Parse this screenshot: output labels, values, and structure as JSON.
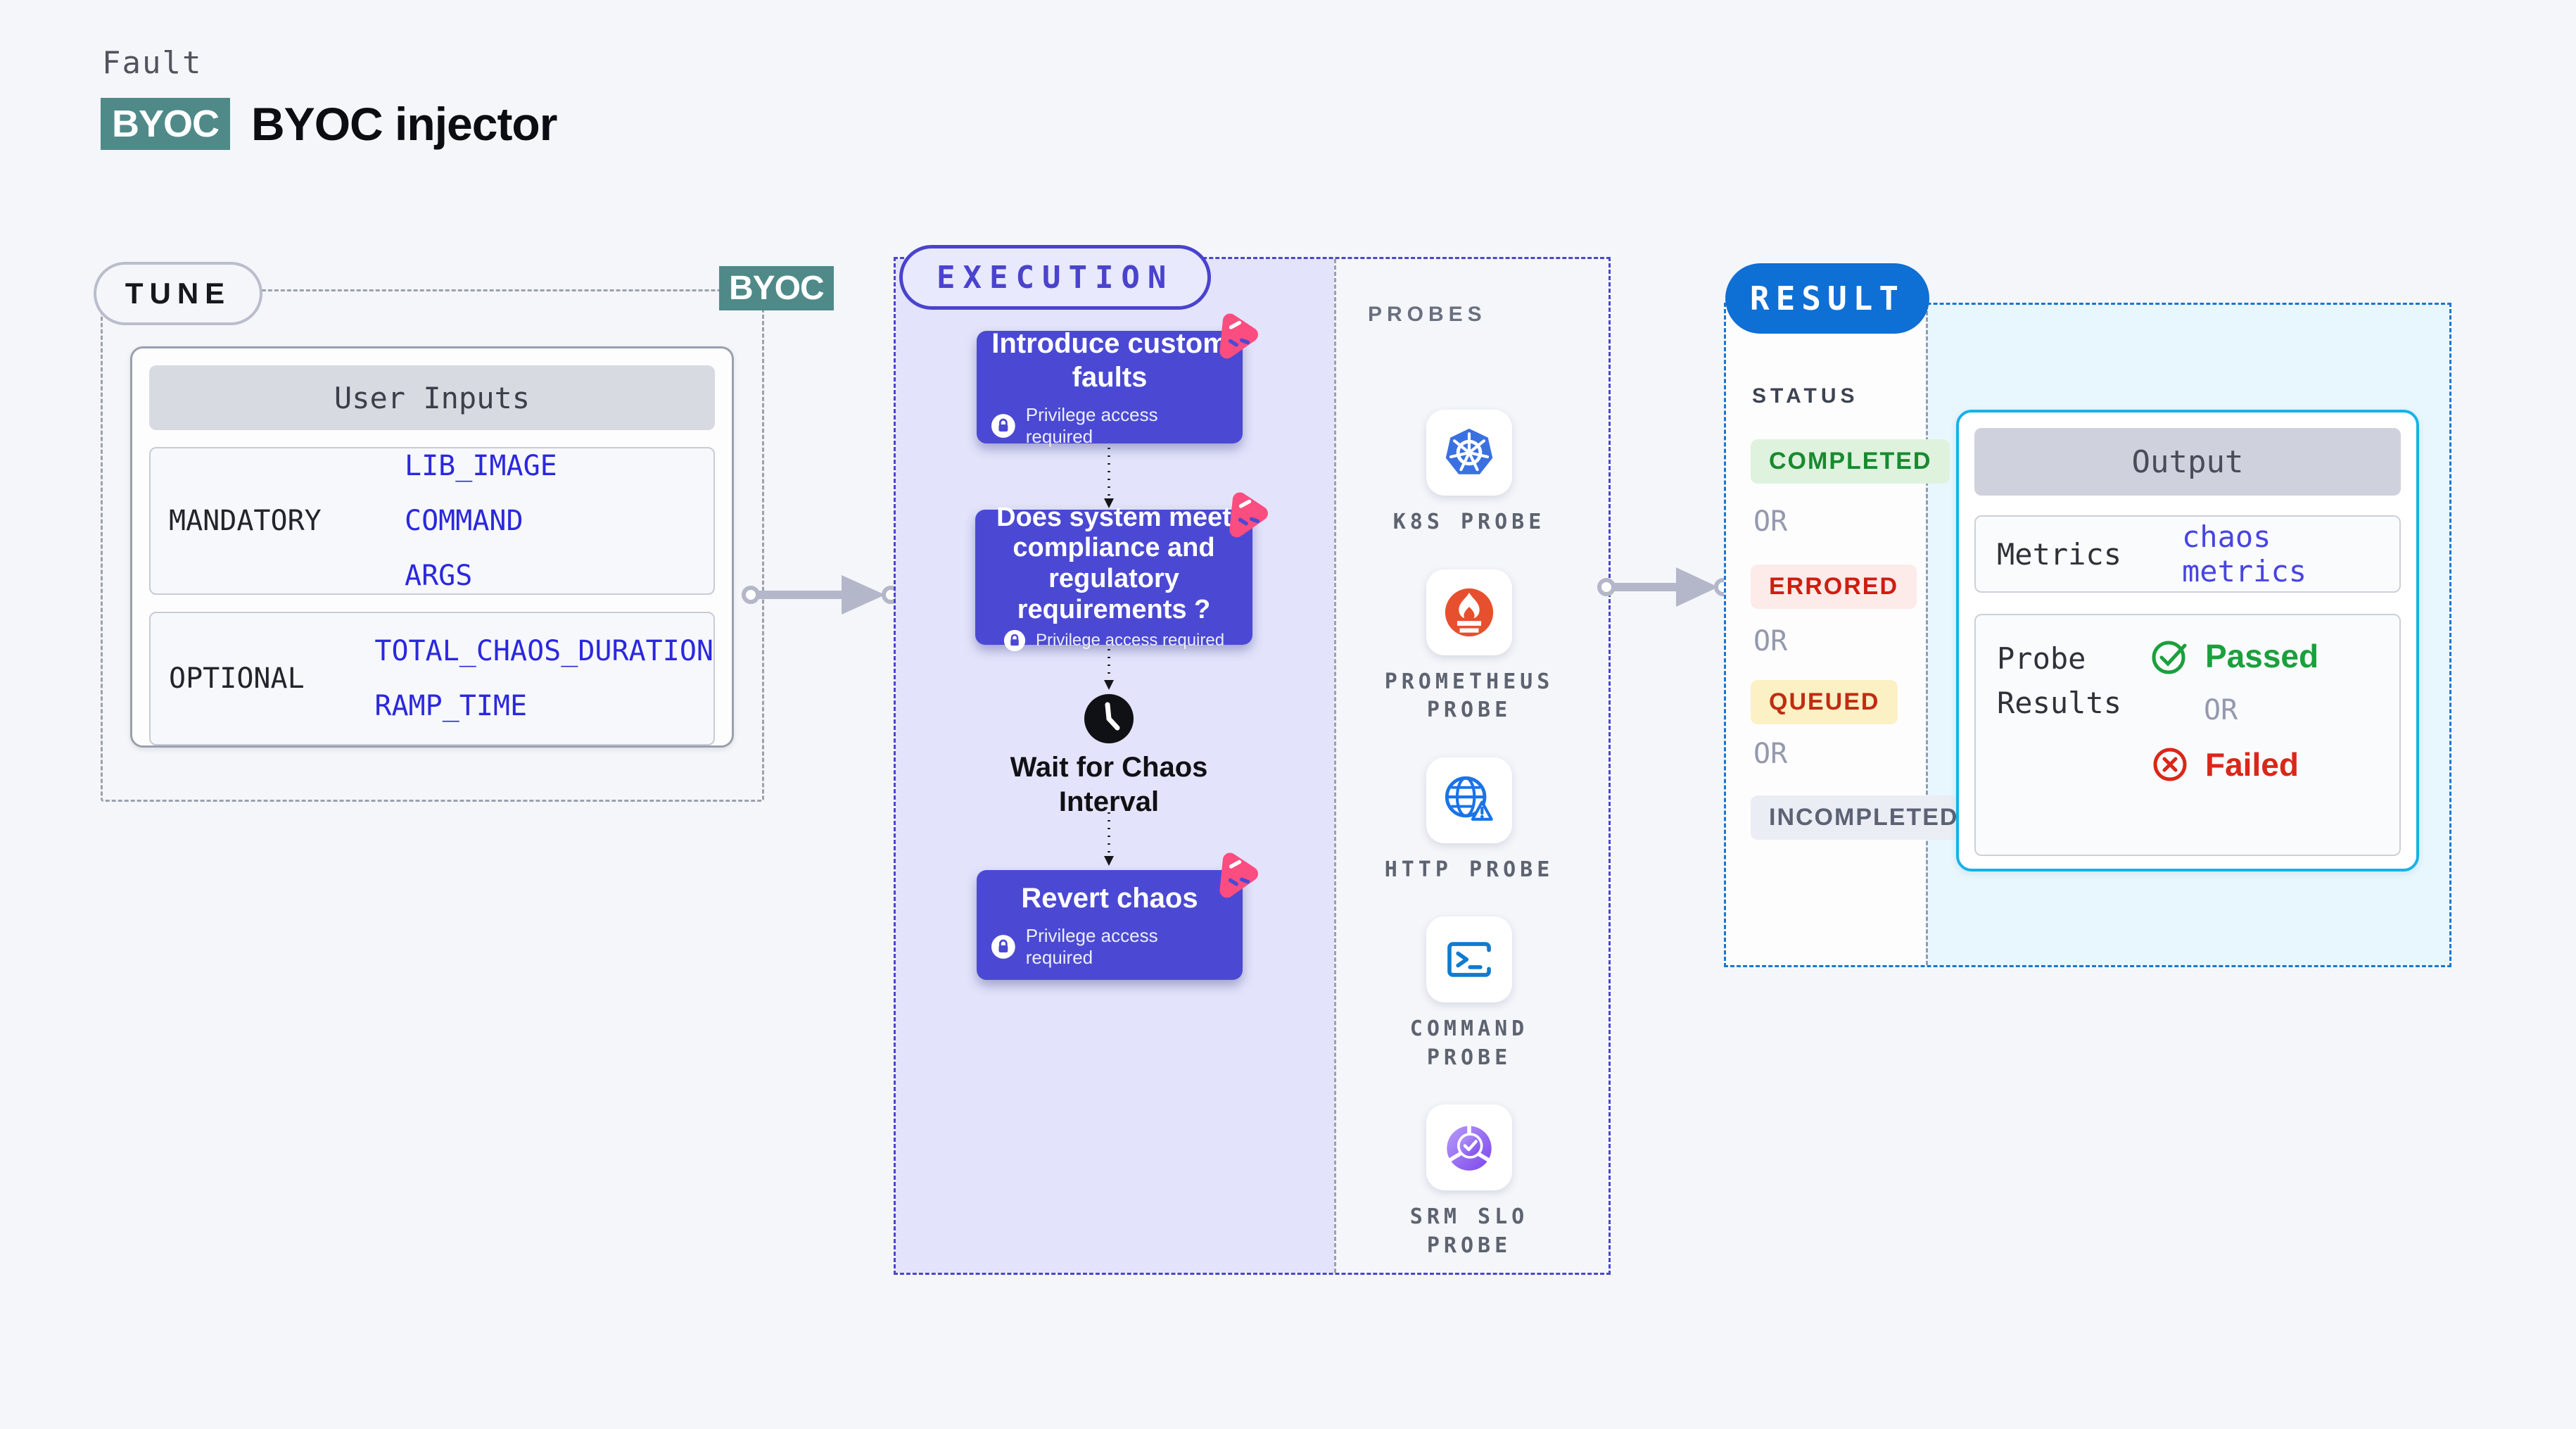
{
  "header": {
    "kicker": "Fault",
    "badge": "BYOC",
    "title": "BYOC injector"
  },
  "tune": {
    "pill": "TUNE",
    "corner_badge": "BYOC",
    "user_inputs": {
      "title": "User Inputs",
      "rows": [
        {
          "label": "MANDATORY",
          "values": [
            "LIB_IMAGE",
            "COMMAND",
            "ARGS"
          ]
        },
        {
          "label": "OPTIONAL",
          "values": [
            "TOTAL_CHAOS_DURATION",
            "RAMP_TIME"
          ]
        }
      ]
    }
  },
  "execution": {
    "pill": "EXECUTION",
    "privilege_note": "Privilege access required",
    "steps": [
      {
        "title": "Introduce custom faults"
      },
      {
        "title": "Does system meet compliance and regulatory requirements ?"
      },
      {
        "title": "Revert chaos"
      }
    ],
    "wait_label": "Wait for Chaos Interval"
  },
  "probes": {
    "heading": "PROBES",
    "items": [
      {
        "label": "K8S PROBE",
        "icon": "kubernetes-icon"
      },
      {
        "label": "PROMETHEUS PROBE",
        "icon": "prometheus-icon"
      },
      {
        "label": "HTTP PROBE",
        "icon": "http-globe-icon"
      },
      {
        "label": "COMMAND PROBE",
        "icon": "terminal-icon"
      },
      {
        "label": "SRM SLO PROBE",
        "icon": "srm-slo-icon"
      }
    ]
  },
  "result": {
    "pill": "RESULT",
    "status_heading": "STATUS",
    "or_label": "OR",
    "statuses": [
      {
        "label": "COMPLETED",
        "text_color": "#188a2e",
        "bg_color": "#def2de"
      },
      {
        "label": "ERRORED",
        "text_color": "#cf1d10",
        "bg_color": "#fcebe9"
      },
      {
        "label": "QUEUED",
        "text_color": "#bf2d11",
        "bg_color": "#fcf0c5"
      },
      {
        "label": "INCOMPLETED",
        "text_color": "#5b6274",
        "bg_color": "#ebedf4"
      }
    ],
    "output": {
      "title": "Output",
      "metrics_label": "Metrics",
      "metrics_value": "chaos metrics",
      "probe_results_label": "Probe Results",
      "passed_label": "Passed",
      "failed_label": "Failed"
    }
  },
  "colors": {
    "page_bg": "#f5f6fa",
    "byoc_badge": "#4f8a89",
    "tune_border": "#9ba1ad",
    "execution_border": "#4b46cf",
    "execution_bg": "#e3e4fb",
    "step_card": "#4b49d3",
    "litmus_pink": "#fb4d80",
    "result_border": "#1778d2",
    "result_pill": "#0e6fd4",
    "result_bg": "#e8f6fd",
    "output_card_border": "#16b2e8",
    "input_value_blue": "#2b28de",
    "metrics_value_indigo": "#4745e2",
    "passed_green": "#1aa03c",
    "failed_red": "#da2718",
    "kubernetes_blue": "#3a70e2",
    "prometheus_orange": "#e7502e"
  }
}
